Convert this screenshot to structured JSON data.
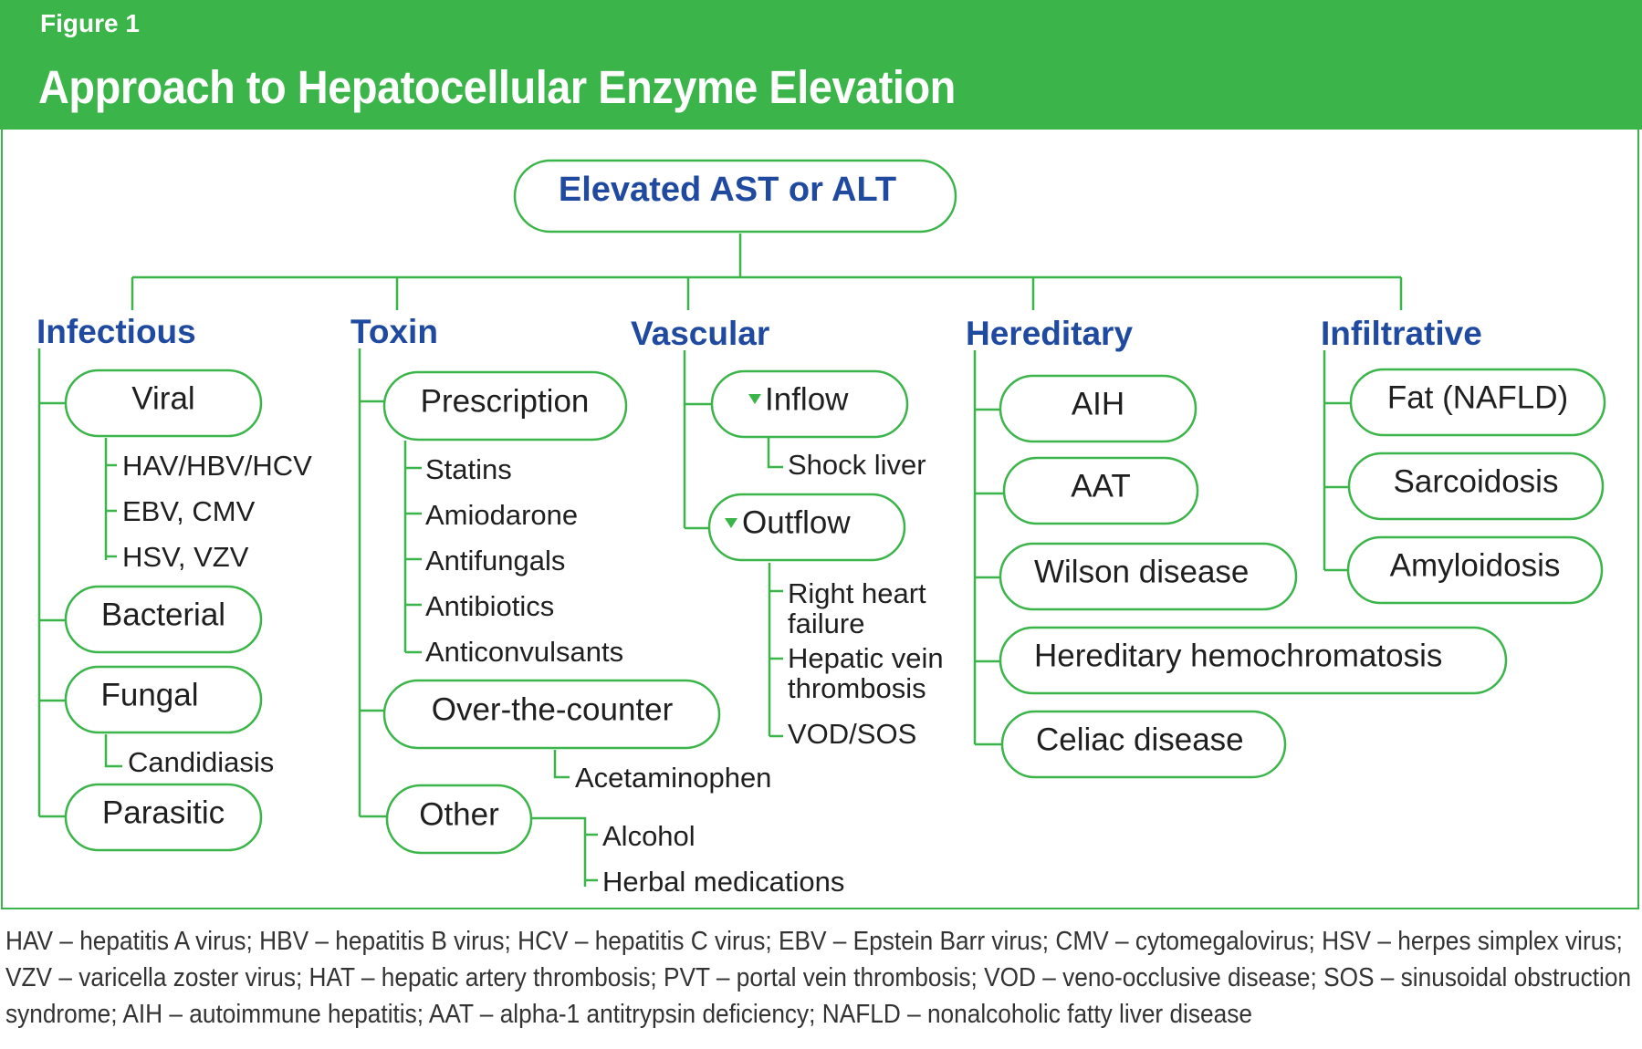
{
  "header": {
    "figure_label": "Figure 1",
    "title": "Approach to Hepatocellular Enzyme Elevation"
  },
  "colors": {
    "header_bg": "#3bb54a",
    "line": "#3bb54a",
    "category_text": "#1f4aa0"
  },
  "diagram": {
    "root": "Elevated AST or ALT",
    "categories": {
      "infectious": {
        "label": "Infectious",
        "viral": {
          "label": "Viral",
          "items": [
            "HAV/HBV/HCV",
            "EBV, CMV",
            "HSV, VZV"
          ]
        },
        "bacterial": {
          "label": "Bacterial"
        },
        "fungal": {
          "label": "Fungal",
          "items": [
            "Candidiasis"
          ]
        },
        "parasitic": {
          "label": "Parasitic"
        }
      },
      "toxin": {
        "label": "Toxin",
        "prescription": {
          "label": "Prescription",
          "items": [
            "Statins",
            "Amiodarone",
            "Antifungals",
            "Antibiotics",
            "Anticonvulsants"
          ]
        },
        "otc": {
          "label": "Over-the-counter",
          "items": [
            "Acetaminophen"
          ]
        },
        "other": {
          "label": "Other",
          "items": [
            "Alcohol",
            "Herbal medications"
          ]
        }
      },
      "vascular": {
        "label": "Vascular",
        "inflow": {
          "label": "Inflow",
          "items": [
            "Shock liver"
          ]
        },
        "outflow": {
          "label": "Outflow",
          "items": [
            "Right heart",
            "failure",
            "Hepatic vein",
            "thrombosis",
            "VOD/SOS"
          ]
        }
      },
      "hereditary": {
        "label": "Hereditary",
        "items": [
          "AIH",
          "AAT",
          "Wilson disease",
          "Hereditary hemochromatosis",
          "Celiac disease"
        ]
      },
      "infiltrative": {
        "label": "Infiltrative",
        "items": [
          "Fat (NAFLD)",
          "Sarcoidosis",
          "Amyloidosis"
        ]
      }
    }
  },
  "footnote": "HAV – hepatitis A virus; HBV – hepatitis B virus; HCV – hepatitis C virus; EBV – Epstein Barr virus; CMV – cytomegalovirus; HSV – herpes simplex virus; VZV – varicella zoster virus; HAT – hepatic artery thrombosis; PVT – portal vein thrombosis; VOD – veno-occlusive disease; SOS – sinusoidal obstruction syndrome; AIH – autoimmune hepatitis; AAT – alpha-1 antitrypsin deficiency; NAFLD – nonalcoholic fatty liver disease"
}
